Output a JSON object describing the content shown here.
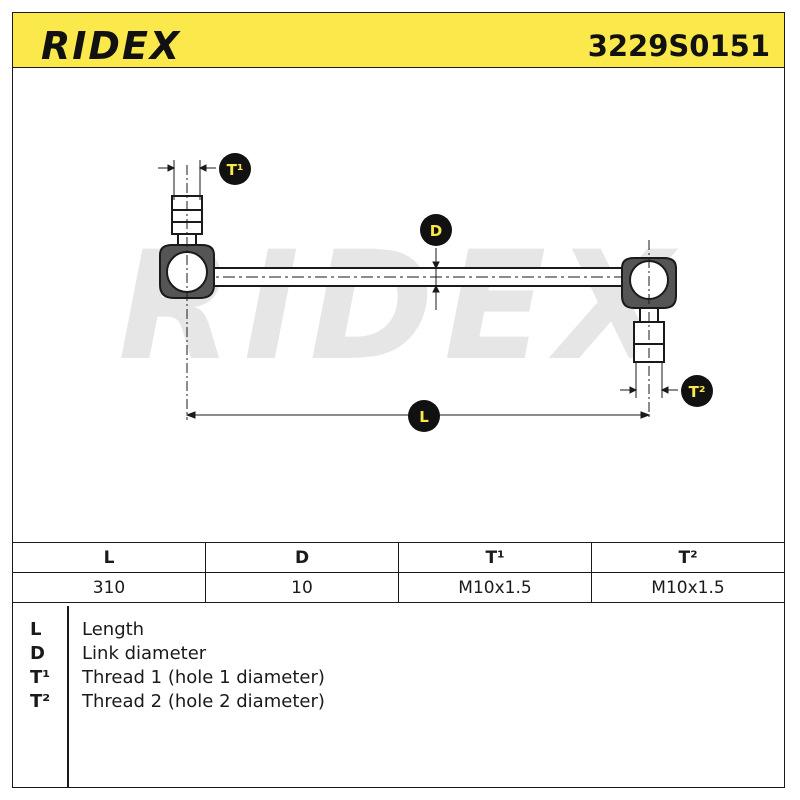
{
  "header": {
    "brand": "RIDEX",
    "part_number": "3229S0151"
  },
  "diagram": {
    "watermark": "RIDEX",
    "labels": {
      "t1": "T¹",
      "d": "D",
      "l": "L",
      "t2": "T²"
    }
  },
  "spec_table": {
    "headers": [
      "L",
      "D",
      "T¹",
      "T²"
    ],
    "values": [
      "310",
      "10",
      "M10x1.5",
      "M10x1.5"
    ]
  },
  "legend": [
    {
      "symbol": "L",
      "description": "Length"
    },
    {
      "symbol": "D",
      "description": "Link diameter"
    },
    {
      "symbol": "T¹",
      "description": "Thread 1 (hole 1 diameter)"
    },
    {
      "symbol": "T²",
      "description": "Thread 2 (hole 2 diameter)"
    }
  ],
  "colors": {
    "header_bg": "#fbe84a",
    "label_circle_bg": "#111111",
    "label_circle_text": "#fbe84a",
    "watermark": "#e6e6e6"
  }
}
